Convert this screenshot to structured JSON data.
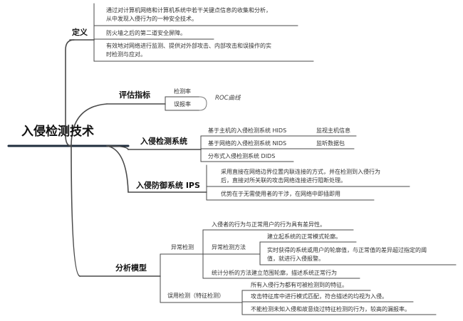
{
  "root": {
    "label": "入侵检测技术"
  },
  "definition": {
    "label": "定义",
    "items": [
      {
        "lines": [
          "通过对计算机网络和计算机系统中若干关键点信息的收集和分析，",
          "从中发现入侵行为的一种安全技术。"
        ]
      },
      {
        "lines": [
          "防火墙之后的第二道安全屏障。"
        ]
      },
      {
        "lines": [
          "有效地对网络进行监测、提供对外部攻击、内部攻击和误操作的实",
          "时检测与应对。"
        ]
      }
    ]
  },
  "metrics": {
    "label": "评估指标",
    "items": [
      "检测率",
      "误报率"
    ],
    "roc": "ROC曲线"
  },
  "ids": {
    "label": "入侵检测系统",
    "items": [
      {
        "name": "基于主机的入侵检测系统 HIDS",
        "detail": "监视主机信息"
      },
      {
        "name": "基于网络的入侵检测系统 NIDS",
        "detail": "监听数据包"
      },
      {
        "name": "分布式入侵检测系统 DIDS",
        "detail": ""
      }
    ]
  },
  "ips": {
    "label": "入侵防御系统 IPS",
    "items": [
      {
        "lines": [
          "采用直接在网络边界位置内联连接的方式，并在检测到入侵行为",
          "后，直接对所关联的攻击网络连接进行阻断处理。"
        ]
      },
      {
        "lines": [
          "优势在于无需使用者的干涉，在网络中即插即用"
        ]
      }
    ]
  },
  "analysis": {
    "label": "分析模型",
    "anomaly": {
      "label": "异常检测",
      "premise": "入侵者的行为与正常用户的行为具有差异性。",
      "method": {
        "label": "异常检测方法",
        "items": [
          {
            "lines": [
              "建立起系统的正常模式轮廓。"
            ]
          },
          {
            "lines": [
              "实时获得的系统或用户的轮廓值，与正常值的差异超过指定的阈",
              "值，就进行入侵报警。"
            ]
          }
        ]
      },
      "stat": "统计分析的方法建立范围轮廓，描述系统正常行为"
    },
    "misuse": {
      "label": "误用检测（特征检测）",
      "items": [
        "所有入侵行为都有可被检测到的特征。",
        "攻击特征库中进行模式匹配，符合描述的均视为入侵。",
        "不能检测未知入侵和故意绕过特征检测的行为，较高的漏报率。"
      ]
    }
  },
  "colors": {
    "line": "#4a4a4a",
    "root_line": "#1f2d3d",
    "dash": "#7a7a7a"
  }
}
